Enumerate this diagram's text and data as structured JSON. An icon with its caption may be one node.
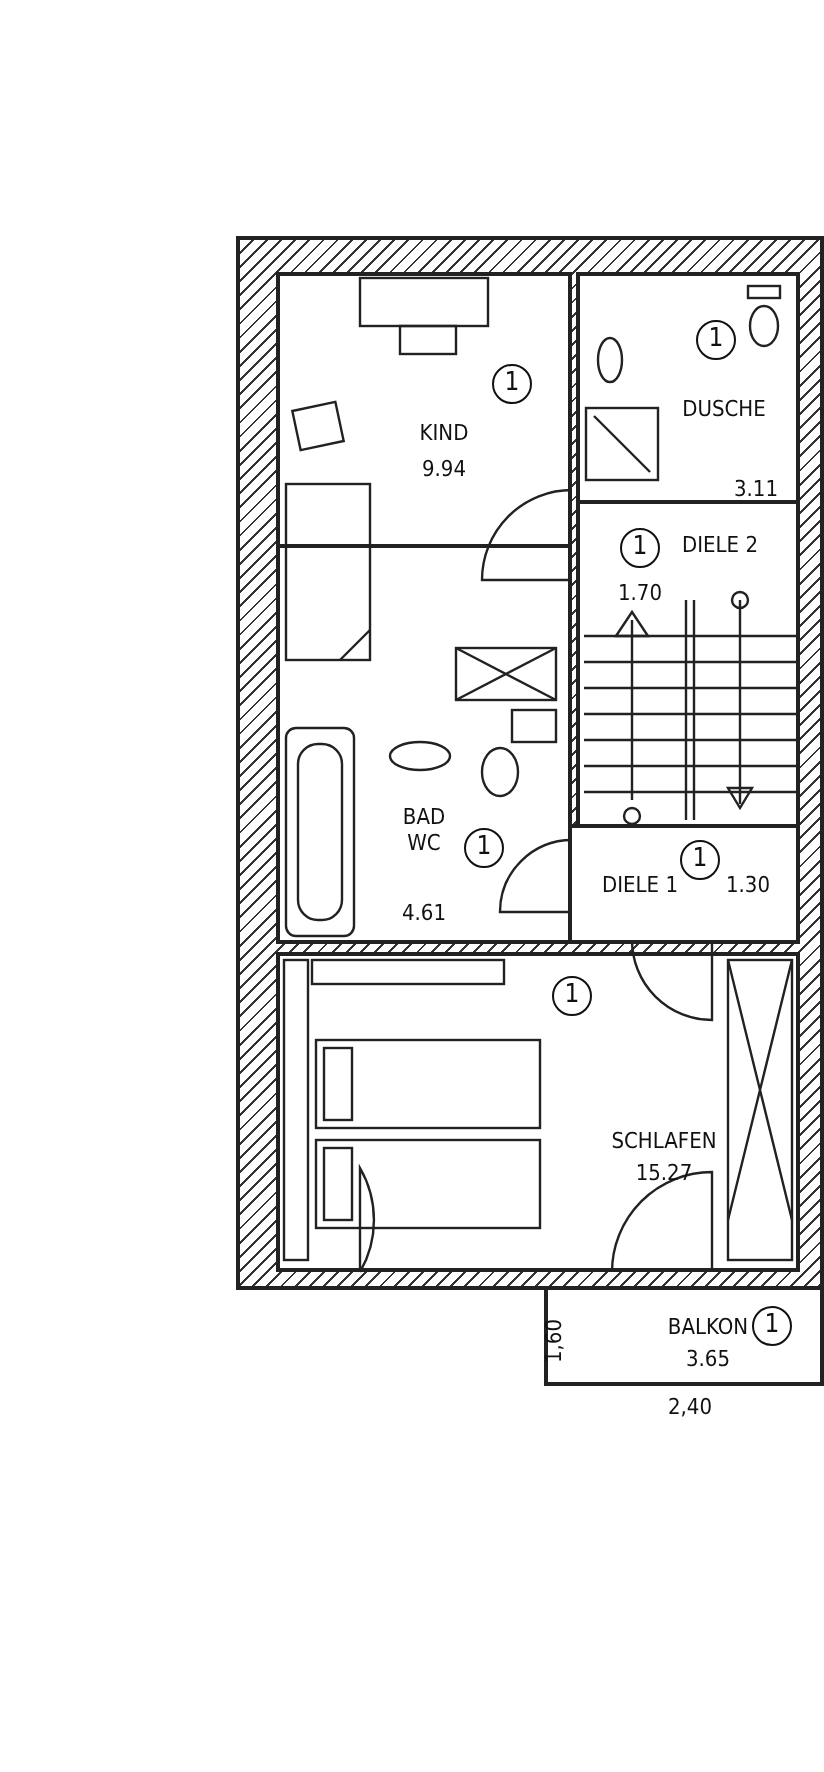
{
  "diagram": {
    "nodes": [
      {
        "text": [
          "KIND",
          "9.94"
        ]
      },
      {
        "text": [
          "1"
        ],
        "in": 0
      },
      {
        "text": [
          "DUSCHE",
          "3.11"
        ]
      },
      {
        "text": [
          "1"
        ],
        "in": 2
      },
      {
        "text": [
          "DIELE 2",
          "1.70"
        ]
      },
      {
        "text": [
          "1"
        ],
        "in": 4
      },
      {
        "text": [
          "BAD WC",
          "4.61"
        ]
      },
      {
        "text": [
          "1"
        ],
        "in": 6
      },
      {
        "text": [
          "DIELE 1",
          "1.30"
        ]
      },
      {
        "text": [
          "1"
        ],
        "in": 8
      },
      {
        "text": [
          "SCHLAFEN",
          "15.27"
        ]
      },
      {
        "text": [
          "1"
        ],
        "in": 10
      },
      {
        "text": [
          "BALKON",
          "3.65"
        ]
      },
      {
        "text": [
          "1"
        ],
        "in": 12
      }
    ],
    "edges": [],
    "labels": [
      "1,60",
      "2,40"
    ]
  }
}
